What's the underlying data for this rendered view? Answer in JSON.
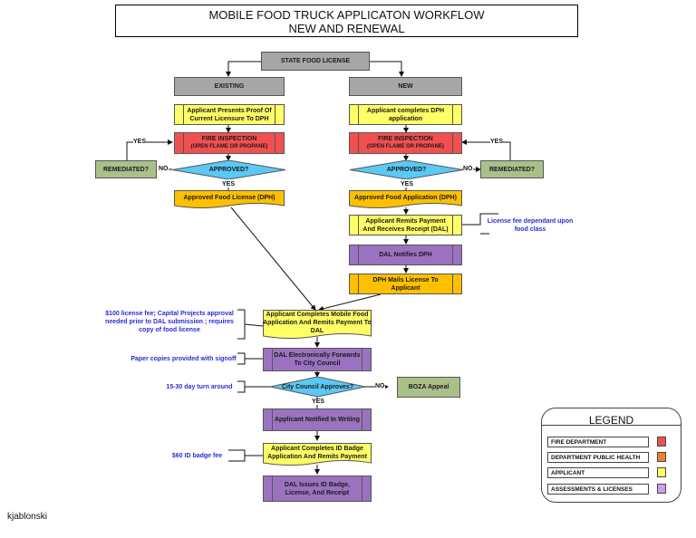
{
  "title": {
    "line1": "MOBILE FOOD TRUCK APPLICATON WORKFLOW",
    "line2": "NEW AND RENEWAL"
  },
  "nodes": {
    "state_license": "STATE FOOD LICENSE",
    "existing": "EXISTING",
    "new": "NEW",
    "existing_proof": "Applicant Presents Proof Of Current Licensure To DPH",
    "new_dph_app": "Applicant completes DPH application",
    "fire_inspection": "FIRE INSPECTION",
    "fire_inspection_sub": "(OPEN FLAME OR PROPANE)",
    "approved": "APPROVED?",
    "remediated": "REMEDIATED?",
    "approved_food_license": "Approved Food License (DPH)",
    "approved_food_application": "Approved Food Application (DPH)",
    "remits_payment": "Applicant Remits Payment And Receives Receipt (DAL)",
    "dal_notifies": "DAL Notifies DPH",
    "dph_mails": "DPH Mails License To Applicant",
    "mobile_food_app": "Applicant Completes Mobile Food Application And Remits Payment To DAL",
    "dal_forwards": "DAL Electronically Forwards To City Council",
    "council_approves": "City Council Approves?",
    "boza": "BOZA Appeal",
    "notified": "Applicant Notified In Writing",
    "id_badge_app": "Applicant Completes ID Badge Application And Remits Payment",
    "dal_issues": "DAL Issues ID Badge, License, And Receipt"
  },
  "labels": {
    "yes": "YES",
    "no": "NO"
  },
  "notes": {
    "license_fee": "License fee dependant upon food class",
    "capital_projects": "$100 license fee; Capital Projects approval needed prior to DAL submission ; requires copy of food license",
    "paper_copies": "Paper copies provided with  signoff",
    "turnaround": "15-30 day turn around",
    "badge_fee": "$60 ID badge fee"
  },
  "legend": {
    "title": "LEGEND",
    "items": [
      {
        "label": "FIRE DEPARTMENT",
        "color": "#f25050"
      },
      {
        "label": "DEPARTMENT PUBLIC HEALTH",
        "color": "#f08030"
      },
      {
        "label": "APPLICANT",
        "color": "#ffff66"
      },
      {
        "label": "ASSESSMENTS & LICENSES",
        "color": "#c9a0f0"
      }
    ]
  },
  "author": "kjablonski"
}
